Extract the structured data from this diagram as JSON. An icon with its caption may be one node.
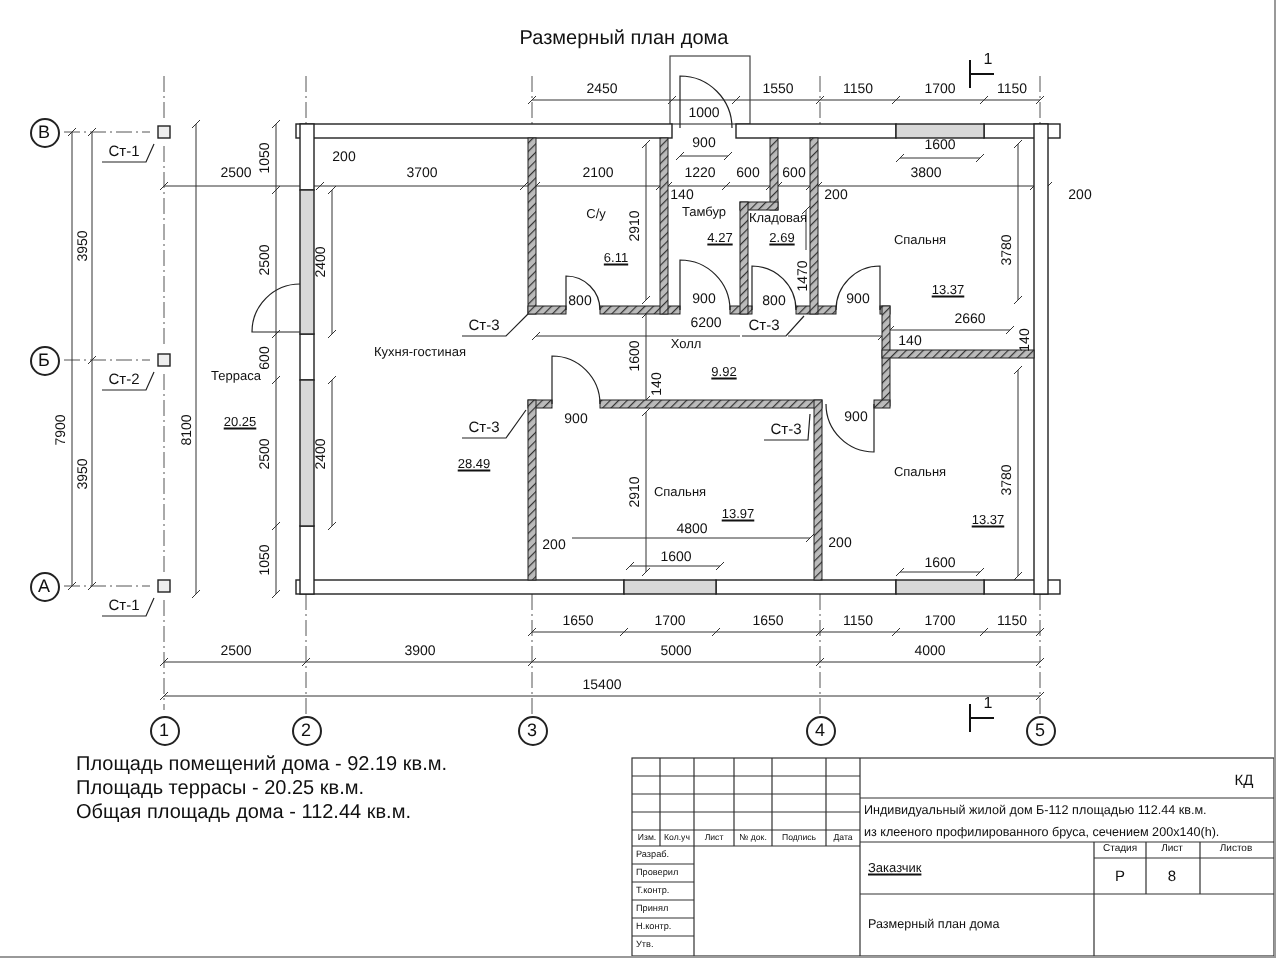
{
  "diagram": {
    "title": "Размерный план дома",
    "nodes": [
      {
        "text": [
          "В"
        ]
      },
      {
        "text": [
          "Б"
        ]
      },
      {
        "text": [
          "А"
        ]
      },
      {
        "text": [
          "1"
        ]
      },
      {
        "text": [
          "2"
        ]
      },
      {
        "text": [
          "3"
        ]
      },
      {
        "text": [
          "4"
        ]
      },
      {
        "text": [
          "5"
        ]
      },
      {
        "text": [
          "С/у",
          "6.11"
        ]
      },
      {
        "text": [
          "Тамбур",
          "4.27"
        ]
      },
      {
        "text": [
          "Кладовая",
          "2.69"
        ]
      },
      {
        "text": [
          "Спальня",
          "13.37"
        ]
      },
      {
        "text": [
          "Терраса",
          "20.25"
        ]
      },
      {
        "text": [
          "Кухня-гостиная",
          "28.49"
        ]
      },
      {
        "text": [
          "Холл",
          "9.92"
        ]
      },
      {
        "text": [
          "Спальня",
          "13.97"
        ]
      },
      {
        "text": [
          "Спальня",
          "13.37"
        ]
      },
      {
        "text": [
          "Ст-1"
        ]
      },
      {
        "text": [
          "Ст-2"
        ]
      },
      {
        "text": [
          "Ст-1"
        ]
      },
      {
        "text": [
          "Ст-3"
        ]
      },
      {
        "text": [
          "Ст-3"
        ]
      },
      {
        "text": [
          "Ст-3"
        ]
      },
      {
        "text": [
          "Ст-3"
        ]
      }
    ],
    "edges": [
      {
        "from": 17,
        "to": null,
        "arrow": "none"
      },
      {
        "from": 18,
        "to": null,
        "arrow": "none"
      },
      {
        "from": 19,
        "to": null,
        "arrow": "none"
      },
      {
        "from": 20,
        "to": null,
        "arrow": "none"
      },
      {
        "from": 21,
        "to": null,
        "arrow": "none"
      },
      {
        "from": 22,
        "to": null,
        "arrow": "none"
      },
      {
        "from": 23,
        "to": null,
        "arrow": "none"
      }
    ],
    "labels": [
      "1",
      "2450",
      "1000",
      "1550",
      "1150",
      "1700",
      "1150",
      "1050",
      "200",
      "900",
      "1600",
      "2500",
      "3700",
      "2100",
      "1220",
      "600",
      "600",
      "3800",
      "140",
      "200",
      "200",
      "3950",
      "2500",
      "2400",
      "2910",
      "1470",
      "3780",
      "800",
      "900",
      "800",
      "900",
      "6200",
      "2660",
      "600",
      "1600",
      "140",
      "140",
      "140",
      "7900",
      "8100",
      "900",
      "900",
      "3950",
      "2500",
      "2400",
      "2910",
      "3780",
      "200",
      "4800",
      "200",
      "1050",
      "1600",
      "1600",
      "1650",
      "1700",
      "1650",
      "1150",
      "1700",
      "1150",
      "2500",
      "3900",
      "5000",
      "4000",
      "15400",
      "1",
      "Площадь помещений дома - 92.19 кв.м.",
      "Площадь террасы - 20.25 кв.м.",
      "Общая площадь дома - 112.44 кв.м.",
      "КД",
      "Индивидуальный жилой дом Б-112 площадью 112.44 кв.м.",
      "из клееного профилированного бруса, сечением 200х140(h).",
      "Изм.",
      "Кол.уч",
      "Лист",
      "№ док.",
      "Подпись",
      "Дата",
      "Разраб.",
      "Проверил",
      "Т.контр.",
      "Принял",
      "Н.контр.",
      "Утв.",
      "Заказчик",
      "Стадия",
      "Лист",
      "Листов",
      "Р",
      "8",
      "Размерный план дома"
    ]
  }
}
